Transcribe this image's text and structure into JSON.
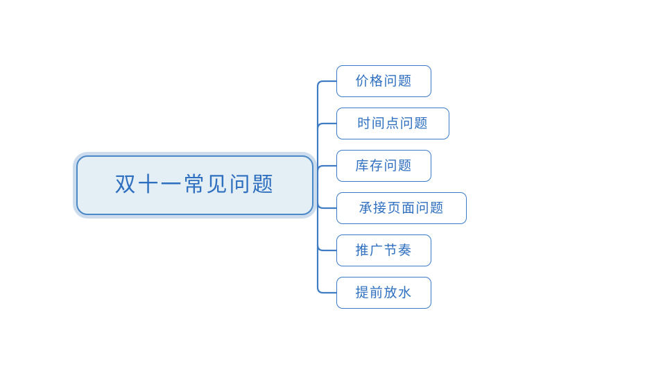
{
  "diagram": {
    "type": "mind-map",
    "orientation": "left-to-right",
    "background_color": "#ffffff",
    "accent_color": "#3a7ac8",
    "text_color": "#2e6fc0",
    "root_fill_color": "#e3eef5",
    "root_border_color": "#4a88c7",
    "root_glow_color": "#ccdced",
    "child_fill_color": "#ffffff",
    "connector_color": "#3f7cc4",
    "root": {
      "label": "双十一常见问题"
    },
    "children": [
      {
        "label": "价格问题"
      },
      {
        "label": "时间点问题"
      },
      {
        "label": "库存问题"
      },
      {
        "label": "承接页面问题"
      },
      {
        "label": "推广节奏"
      },
      {
        "label": "提前放水"
      }
    ]
  }
}
